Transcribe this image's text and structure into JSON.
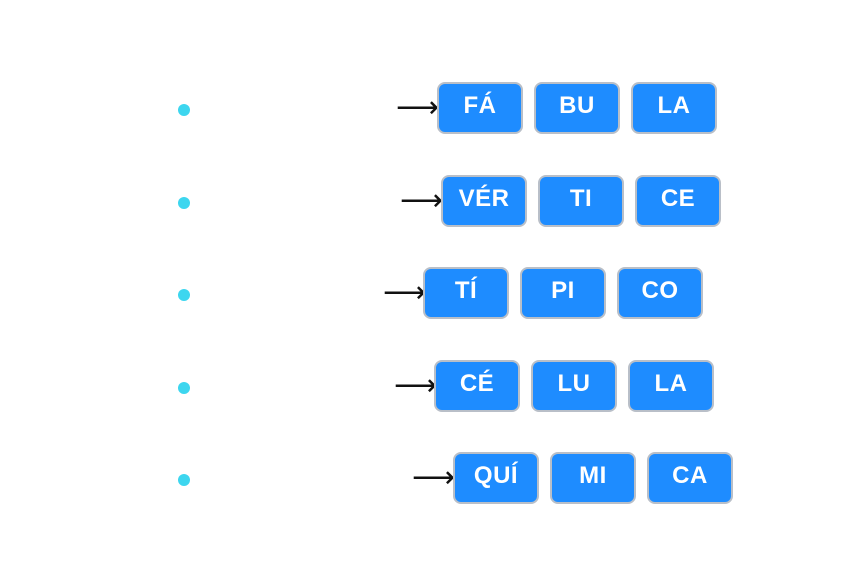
{
  "colors": {
    "dot": "#3dd6ef",
    "chip_fill": "#1e8cff",
    "chip_border": "#b9bfc8",
    "chip_text": "#ffffff",
    "arrow": "#111111"
  },
  "arrow_glyph": "⟶",
  "words": [
    {
      "syllables": [
        "FÁ",
        "BU",
        "LA"
      ]
    },
    {
      "syllables": [
        "VÉR",
        "TI",
        "CE"
      ]
    },
    {
      "syllables": [
        "TÍ",
        "PI",
        "CO"
      ]
    },
    {
      "syllables": [
        "CÉ",
        "LU",
        "LA"
      ]
    },
    {
      "syllables": [
        "QUÍ",
        "MI",
        "CA"
      ]
    }
  ]
}
